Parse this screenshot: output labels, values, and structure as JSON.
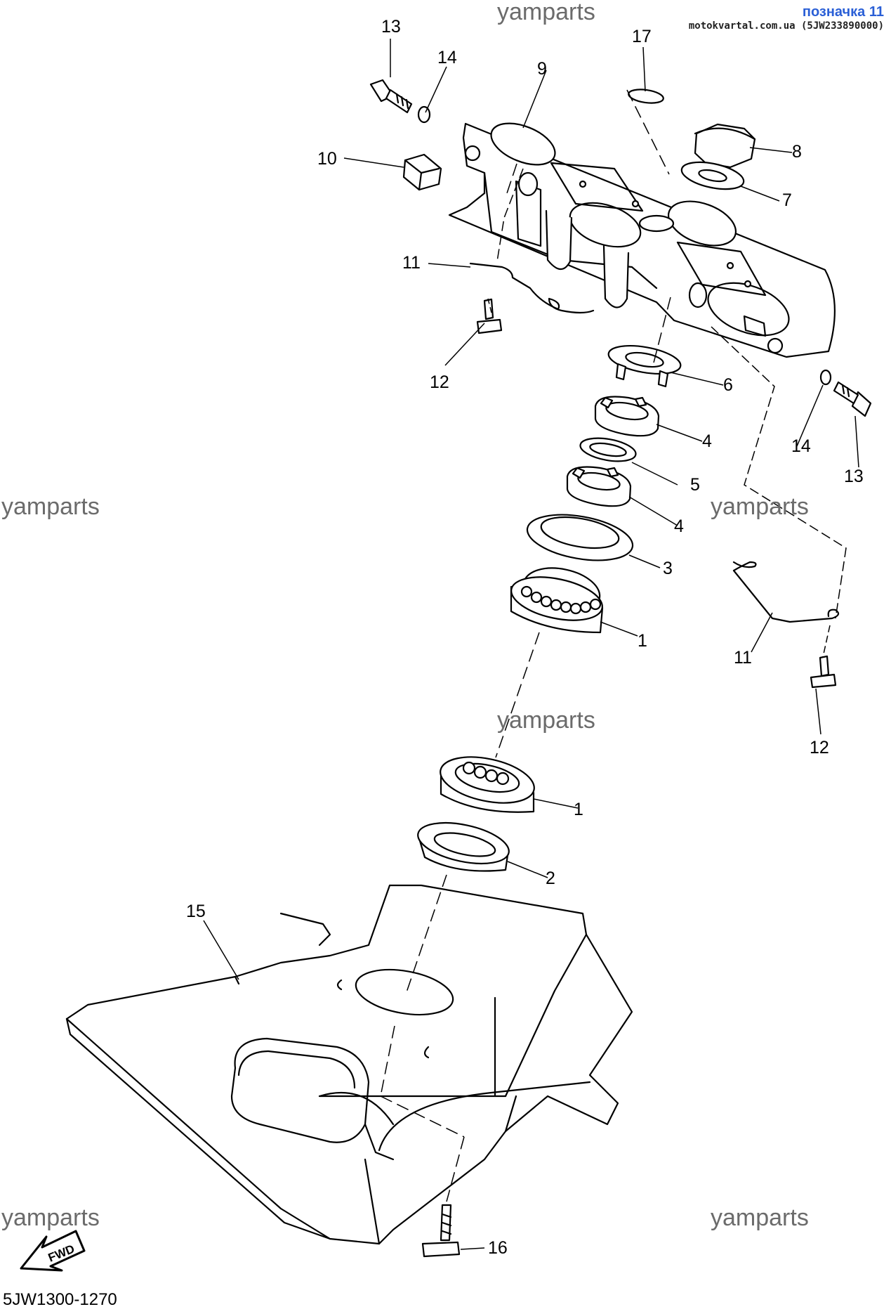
{
  "header": {
    "label": "позначка 11",
    "source": "motokvartal.com.ua (5JW233890000)"
  },
  "watermarks": [
    "yamparts",
    "yamparts",
    "yamparts",
    "yamparts",
    "yamparts",
    "yamparts"
  ],
  "callouts": [
    "13",
    "14",
    "9",
    "17",
    "8",
    "7",
    "10",
    "11",
    "12",
    "6",
    "4",
    "14",
    "13",
    "5",
    "4",
    "3",
    "1",
    "11",
    "12",
    "1",
    "2",
    "15",
    "16"
  ],
  "fwd_label": "FWD",
  "diagram_code": "5JW1300-1270",
  "colors": {
    "line": "#000000",
    "fill": "#ffffff",
    "watermark": "#6b6b6b",
    "badge": "#2a5fd6"
  }
}
